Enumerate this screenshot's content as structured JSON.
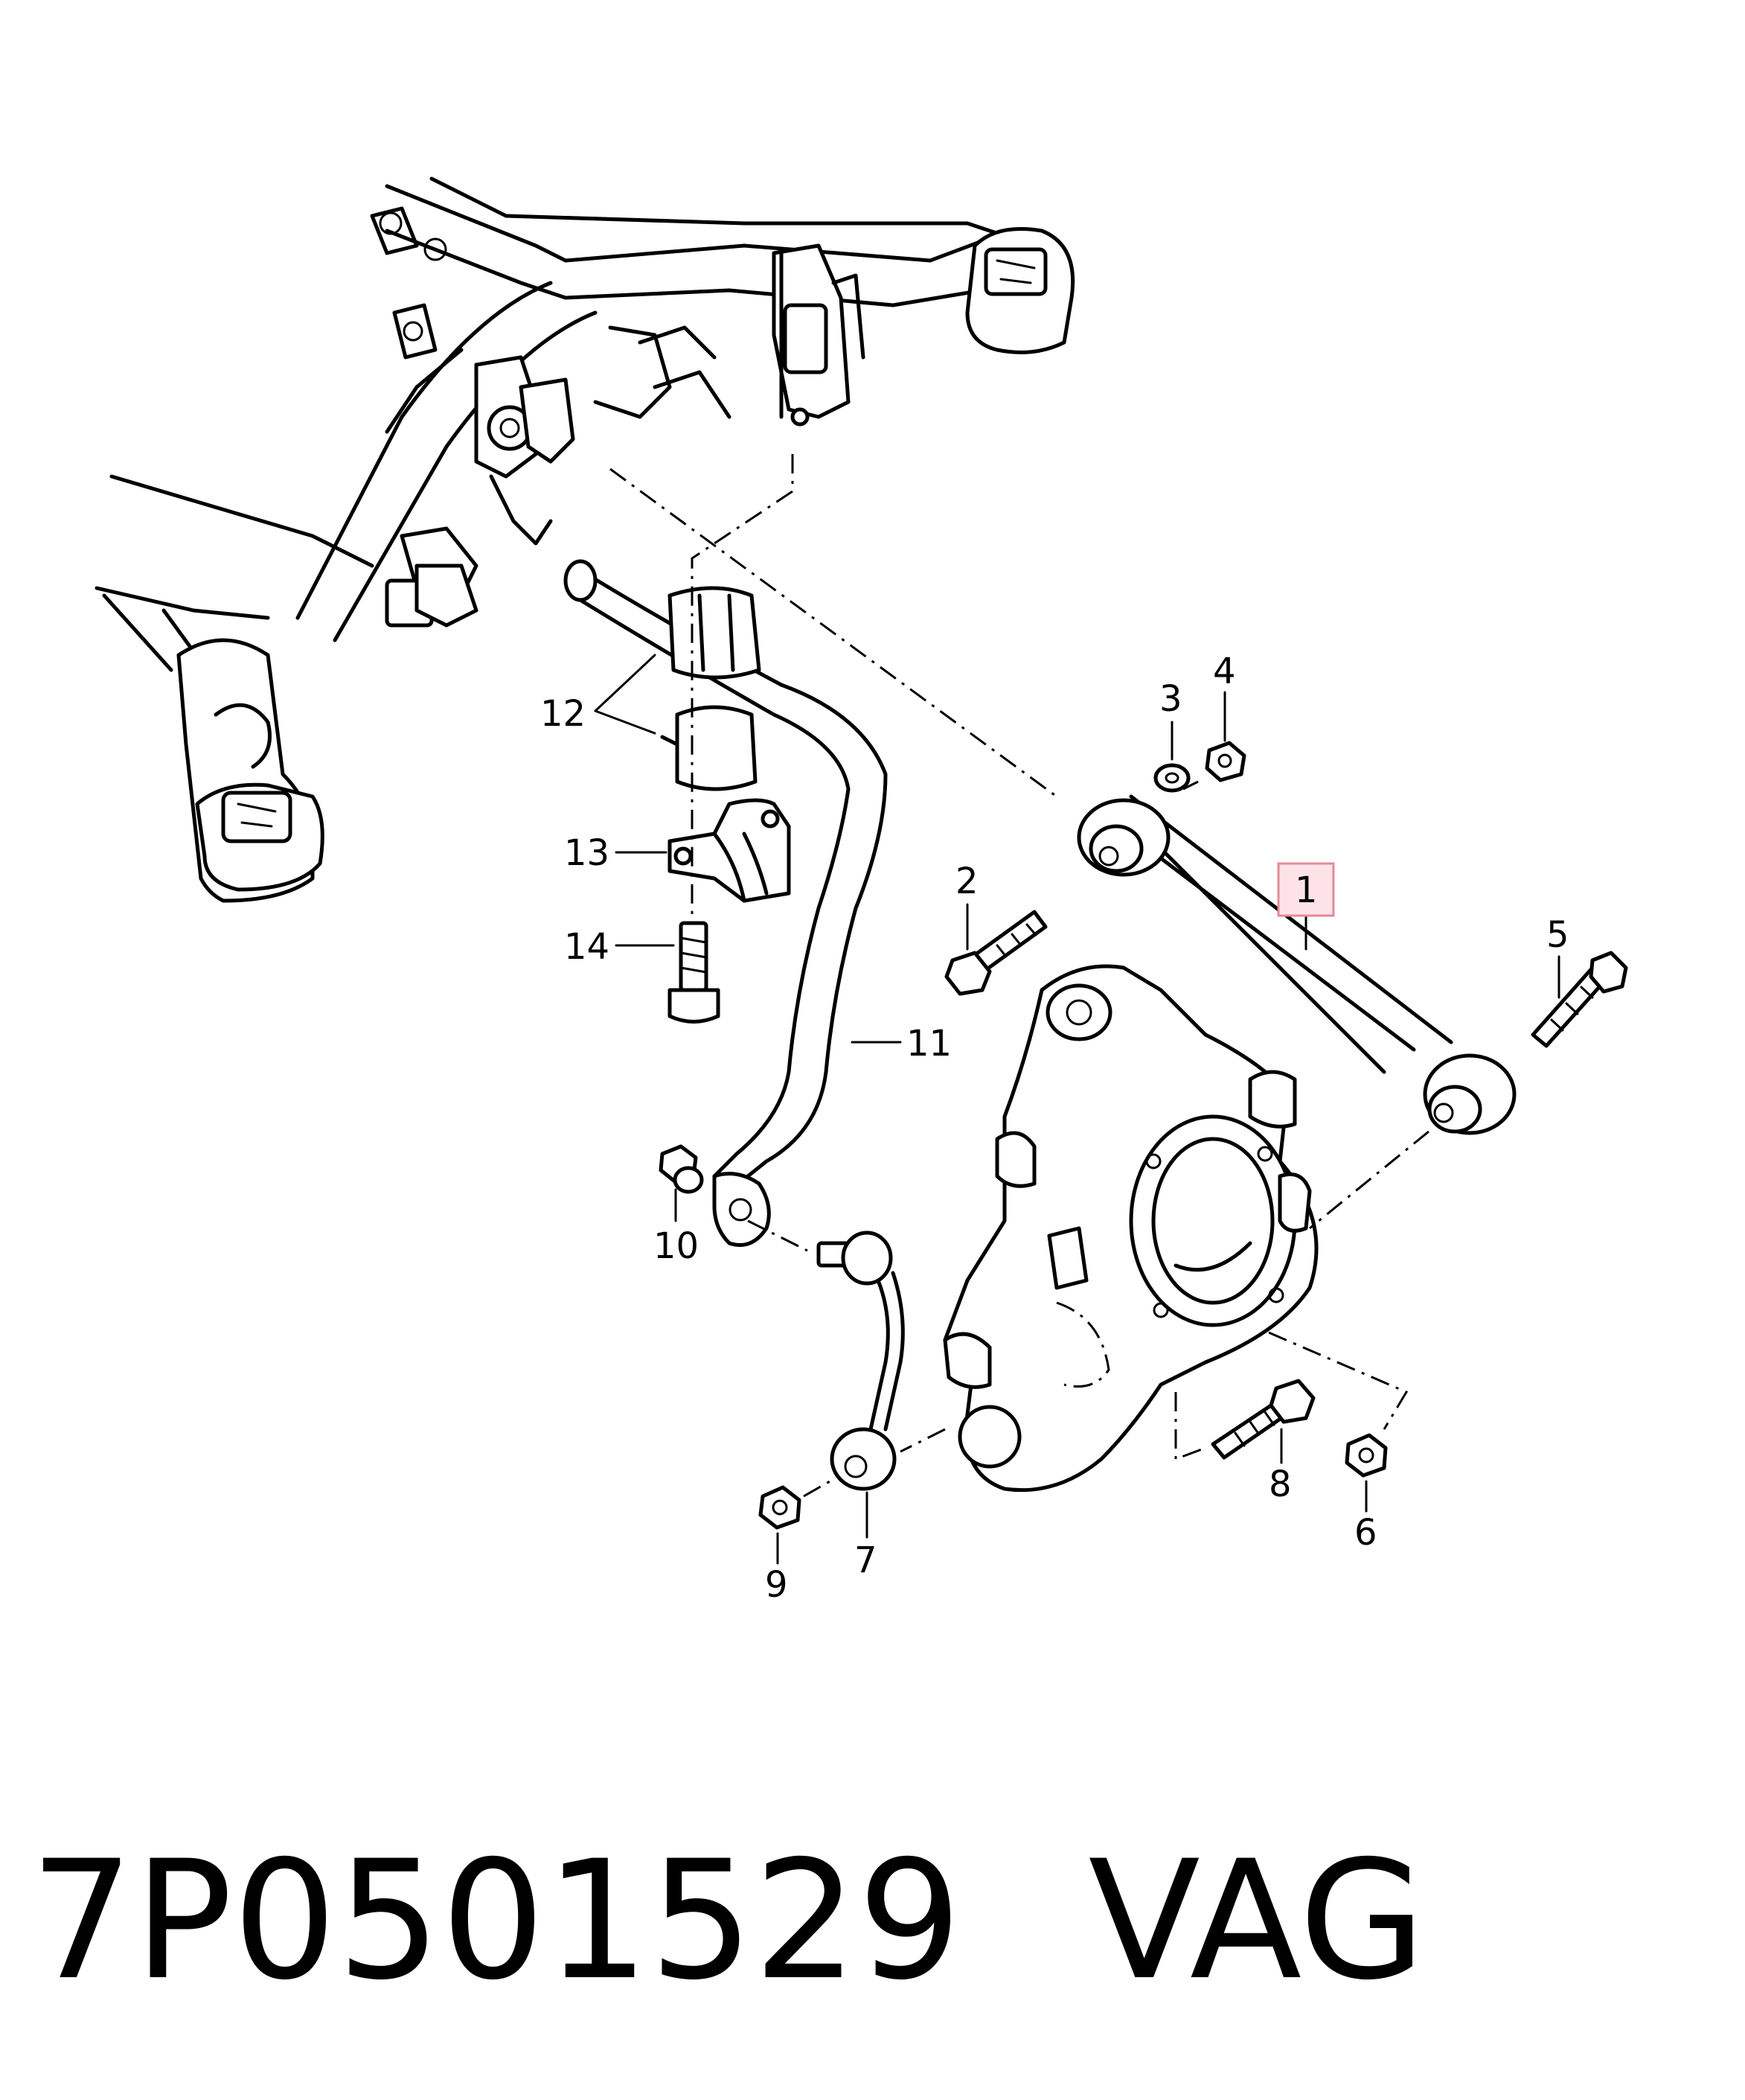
{
  "callouts": [
    {
      "id": "1",
      "text": "1",
      "highlighted": true
    },
    {
      "id": "2",
      "text": "2"
    },
    {
      "id": "3",
      "text": "3"
    },
    {
      "id": "4",
      "text": "4"
    },
    {
      "id": "5",
      "text": "5"
    },
    {
      "id": "6",
      "text": "6"
    },
    {
      "id": "7",
      "text": "7"
    },
    {
      "id": "8",
      "text": "8"
    },
    {
      "id": "9",
      "text": "9"
    },
    {
      "id": "10",
      "text": "10"
    },
    {
      "id": "11",
      "text": "11"
    },
    {
      "id": "12",
      "text": "12"
    },
    {
      "id": "13",
      "text": "13"
    },
    {
      "id": "14",
      "text": "14"
    }
  ],
  "footer": {
    "part_number": "7P0501529",
    "brand": "VAG"
  },
  "colors": {
    "line": "#000000",
    "background": "#ffffff",
    "highlight_fill": "#fde3e7",
    "highlight_border": "#e48a98"
  }
}
